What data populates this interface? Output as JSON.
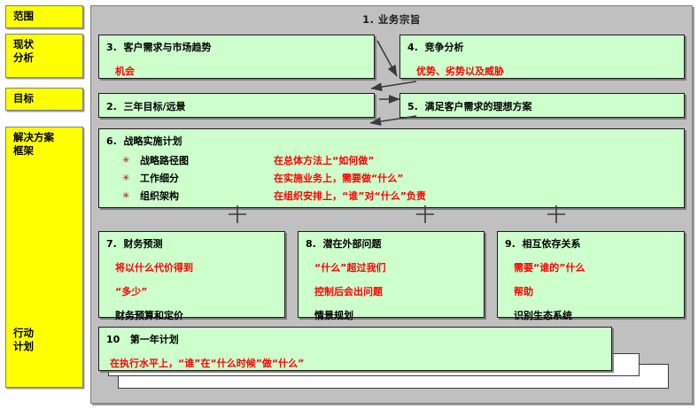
{
  "sidebar": {
    "items": [
      {
        "name": "scope",
        "lines": [
          "范围"
        ]
      },
      {
        "name": "situation",
        "lines": [
          "现状",
          "分析"
        ]
      },
      {
        "name": "goals",
        "lines": [
          "目标"
        ]
      },
      {
        "name": "solution",
        "lines": [
          "解决方案",
          "框架"
        ]
      },
      {
        "name": "action",
        "lines": [
          "行动",
          "计划"
        ]
      }
    ]
  },
  "panel": {
    "title": "1.  业务宗旨"
  },
  "boxes": {
    "b3": {
      "num": "3.",
      "title": "客户需求与市场趋势",
      "red": "机会"
    },
    "b4": {
      "num": "4.",
      "title": "竞争分析",
      "red": "优势、劣势以及威胁"
    },
    "b2": {
      "num": "2.",
      "title": "三年目标/远景"
    },
    "b5": {
      "num": "5.",
      "title": "满足客户需求的理想方案"
    },
    "b6": {
      "num": "6.",
      "title": "战略实施计划",
      "rows": [
        {
          "bullet": "✳",
          "left": "战略路径图",
          "right": "在总体方法上“如何做”"
        },
        {
          "bullet": "✳",
          "left": "工作细分",
          "right": "在实施业务上，需要做“什么”"
        },
        {
          "bullet": "✳",
          "left": "组织架构",
          "right": "在组织安排上，“谁”对“什么”负责"
        }
      ]
    },
    "b7": {
      "num": "7.",
      "title": "财务预测",
      "red1": "将以什么代价得到",
      "red2": "“多少”",
      "black": "财务预算和定价"
    },
    "b8": {
      "num": "8.",
      "title": "潜在外部问题",
      "red1": "“什么”超过我们",
      "red2": "控制后会出问题",
      "black": "情景规划"
    },
    "b9": {
      "num": "9.",
      "title": "相互依存关系",
      "red1": "需要“谁的”什么",
      "red2": "帮助",
      "black": "识别生态系统"
    },
    "b10": {
      "num": "10",
      "title": "第一年计划",
      "red": "在执行水平上，“谁”在“什么时候”做“什么”"
    }
  },
  "colors": {
    "panel_bg": "#C0C0C0",
    "box_fill": "#CCFFCC",
    "sidebar_fill": "#FFFF00",
    "accent_red": "#FF0000",
    "border": "#1C1C1C"
  }
}
